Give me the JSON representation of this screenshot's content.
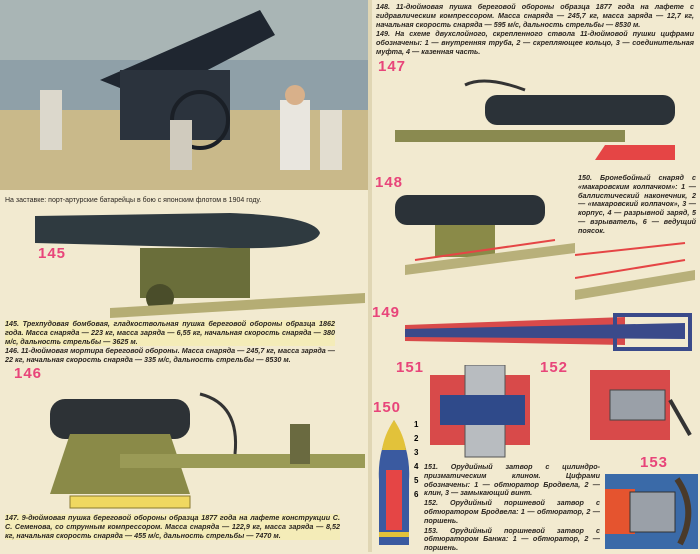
{
  "header_caption": "На заставке: порт-артурские батарейцы в бою с японским флотом в 1904 году.",
  "figures": {
    "f145": "145",
    "f146": "146",
    "f147": "147",
    "f148": "148",
    "f149": "149",
    "f150": "150",
    "f151": "151",
    "f152": "152",
    "f153": "153"
  },
  "captions": {
    "c145": "145. Трехпудовая бомбовая, гладкоствольная пушка береговой обороны образца 1862 года. Масса снаряда — 223 кг, масса заряда — 6,55 кг, начальная скорость снаряда — 380 м/с, дальность стрельбы — 3625 м.",
    "c146": "146. 11-дюймовая мортира береговой обороны. Масса снаряда — 245,7 кг, масса заряда — 22 кг, начальная скорость снаряда — 335 м/с, дальность стрельбы — 8530 м.",
    "c147": "147. 9-дюймовая пушка береговой обороны образца 1877 года на лафете конструкции С. С. Семенова, со струнным компрессором. Масса снаряда — 122,9 кг, масса заряда — 8,52 кг, начальная скорость снаряда — 455 м/с, дальность стрельбы — 7470 м.",
    "c148": "148. 11-дюймовая пушка береговой обороны образца 1877 года на лафете с гидравлическим компрессором. Масса снаряда — 245,7 кг, масса заряда — 12,7 кг, начальная скорость снаряда — 595 м/с, дальность стрельбы — 8530 м.",
    "c149": "149. На схеме двухслойного, скрепленного ствола 11-дюймовой пушки цифрами обозначены: 1 — внутренняя труба, 2 — скрепляющее кольцо, 3 — соединительная муфта, 4 — казенная часть.",
    "c150": "150. Бронебойный снаряд с «макаровским колпачком»: 1 — баллистический наконечник, 2 — «макаровский колпачок», 3 — корпус, 4 — разрывной заряд, 5 — взрыватель, 6 — ведущий поясок.",
    "c151": "151. Орудийный затвор с цилиндро-призматическим клином. Цифрами обозначены: 1 — обтюратор Бродвела, 2 — клин, 3 — замыкающий винт.",
    "c152": "152. Орудийный поршневой затвор с обтюратором Бродвела: 1 — обтюратор, 2 — поршень.",
    "c153": "153. Орудийный поршневой затвор с обтюратором Банжа: 1 — обтюратор, 2 — поршень."
  },
  "callouts": {
    "n1": "1",
    "n2": "2",
    "n3": "3",
    "n4": "4",
    "n5": "5",
    "n6": "6"
  }
}
